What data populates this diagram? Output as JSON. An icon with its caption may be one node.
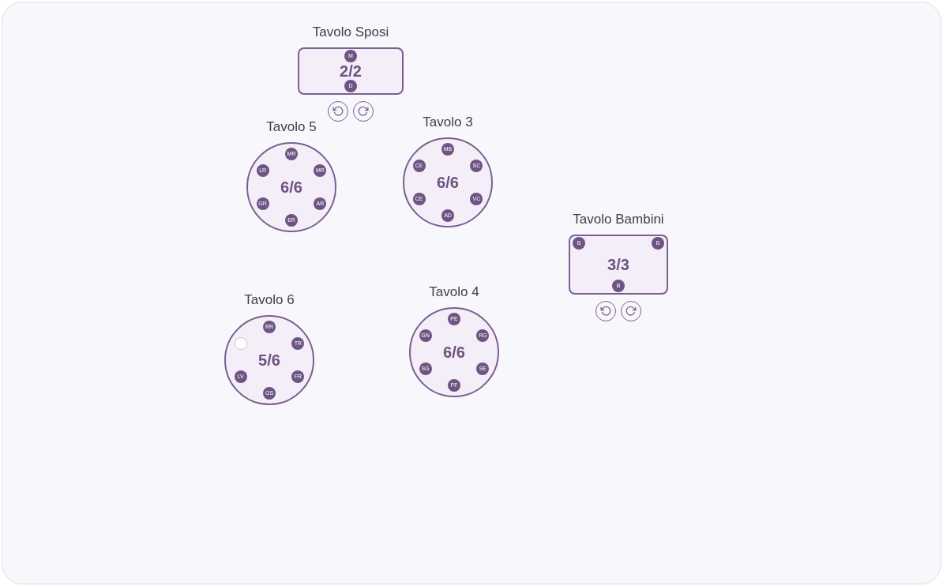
{
  "diagram": {
    "nodes": [
      {
        "text": [
          "Tavolo Sposi",
          "2/2"
        ]
      },
      {
        "text": [
          "M"
        ],
        "in": 0
      },
      {
        "text": [
          "D"
        ],
        "in": 0
      },
      {
        "text": [
          "Tavolo 5",
          "6/6"
        ]
      },
      {
        "text": [
          "MR"
        ],
        "in": 3
      },
      {
        "text": [
          "MR"
        ],
        "in": 3
      },
      {
        "text": [
          "AR"
        ],
        "in": 3
      },
      {
        "text": [
          "ER"
        ],
        "in": 3
      },
      {
        "text": [
          "GR"
        ],
        "in": 3
      },
      {
        "text": [
          "LR"
        ],
        "in": 3
      },
      {
        "text": [
          "Tavolo 3",
          "6/6"
        ]
      },
      {
        "text": [
          "MB"
        ],
        "in": 10
      },
      {
        "text": [
          "SC"
        ],
        "in": 10
      },
      {
        "text": [
          "VC"
        ],
        "in": 10
      },
      {
        "text": [
          "AD"
        ],
        "in": 10
      },
      {
        "text": [
          "CE"
        ],
        "in": 10
      },
      {
        "text": [
          "CE"
        ],
        "in": 10
      },
      {
        "text": [
          "Tavolo Bambini",
          "3/3"
        ]
      },
      {
        "text": [
          "B"
        ],
        "in": 17
      },
      {
        "text": [
          "B"
        ],
        "in": 17
      },
      {
        "text": [
          "B"
        ],
        "in": 17
      },
      {
        "text": [
          "Tavolo 6",
          "5/6"
        ]
      },
      {
        "text": [
          "RR"
        ],
        "in": 21
      },
      {
        "text": [
          "TR"
        ],
        "in": 21
      },
      {
        "text": [
          "FR"
        ],
        "in": 21
      },
      {
        "text": [
          "GS"
        ],
        "in": 21
      },
      {
        "text": [
          "LV"
        ],
        "in": 21
      },
      {
        "text": [],
        "shape": "circle",
        "in": 21
      },
      {
        "text": [
          "Tavolo 4",
          "6/6"
        ]
      },
      {
        "text": [
          "PE"
        ],
        "in": 28
      },
      {
        "text": [
          "RG"
        ],
        "in": 28
      },
      {
        "text": [
          "SE"
        ],
        "in": 28
      },
      {
        "text": [
          "PF"
        ],
        "in": 28
      },
      {
        "text": [
          "SG"
        ],
        "in": 28
      },
      {
        "text": [
          "GN"
        ],
        "in": 28
      }
    ]
  }
}
